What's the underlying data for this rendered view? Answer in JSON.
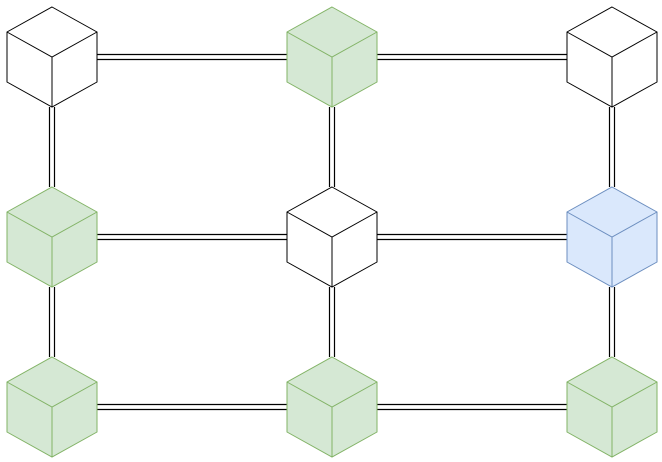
{
  "colors": {
    "background": "#ffffff",
    "connector": "#000000",
    "white_fill": "#ffffff",
    "white_stroke": "#000000",
    "green_fill": "#d5e8d4",
    "green_stroke": "#82b366",
    "blue_fill": "#dae8fc",
    "blue_stroke": "#6c8ebf"
  },
  "grid": {
    "rows": 3,
    "cols": 3
  },
  "nodes": [
    {
      "id": "node-r1-c1",
      "row": 1,
      "col": 1,
      "style": "white"
    },
    {
      "id": "node-r1-c2",
      "row": 1,
      "col": 2,
      "style": "green"
    },
    {
      "id": "node-r1-c3",
      "row": 1,
      "col": 3,
      "style": "white"
    },
    {
      "id": "node-r2-c1",
      "row": 2,
      "col": 1,
      "style": "green"
    },
    {
      "id": "node-r2-c2",
      "row": 2,
      "col": 2,
      "style": "white"
    },
    {
      "id": "node-r2-c3",
      "row": 2,
      "col": 3,
      "style": "blue"
    },
    {
      "id": "node-r3-c1",
      "row": 3,
      "col": 1,
      "style": "green"
    },
    {
      "id": "node-r3-c2",
      "row": 3,
      "col": 2,
      "style": "green"
    },
    {
      "id": "node-r3-c3",
      "row": 3,
      "col": 3,
      "style": "green"
    }
  ],
  "links": [
    {
      "from": "node-r1-c1",
      "to": "node-r1-c2"
    },
    {
      "from": "node-r1-c2",
      "to": "node-r1-c3"
    },
    {
      "from": "node-r2-c1",
      "to": "node-r2-c2"
    },
    {
      "from": "node-r2-c2",
      "to": "node-r2-c3"
    },
    {
      "from": "node-r3-c1",
      "to": "node-r3-c2"
    },
    {
      "from": "node-r3-c2",
      "to": "node-r3-c3"
    },
    {
      "from": "node-r1-c1",
      "to": "node-r2-c1"
    },
    {
      "from": "node-r2-c1",
      "to": "node-r3-c1"
    },
    {
      "from": "node-r1-c2",
      "to": "node-r2-c2"
    },
    {
      "from": "node-r2-c2",
      "to": "node-r3-c2"
    },
    {
      "from": "node-r1-c3",
      "to": "node-r2-c3"
    },
    {
      "from": "node-r2-c3",
      "to": "node-r3-c3"
    }
  ]
}
